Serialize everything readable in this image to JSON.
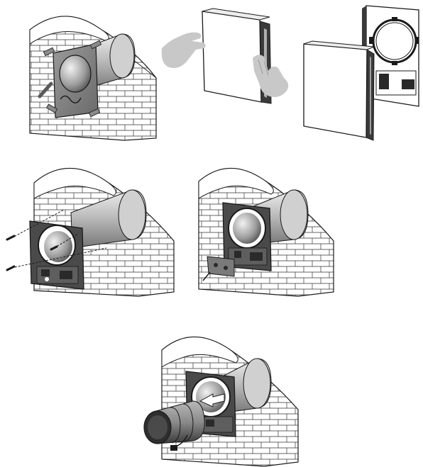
{
  "figure": {
    "panels": [
      {
        "id": "step-1",
        "depicts": "wall-plate-mounted-over-duct"
      },
      {
        "id": "step-2",
        "depicts": "front-cover-removal-by-hand"
      },
      {
        "id": "step-3",
        "depicts": "cover-separated-from-unit"
      },
      {
        "id": "step-4",
        "depicts": "frame-screwed-to-wall"
      },
      {
        "id": "step-5",
        "depicts": "frame-mounted-with-electronics-module"
      },
      {
        "id": "step-6",
        "depicts": "cartridge-inserted-into-duct"
      }
    ],
    "colors": {
      "line": "#1a1a1a",
      "duct_light": "#d9d9d9",
      "duct_dark": "#8c8c8c",
      "hand": "#c8c8c8",
      "metal": "#6e6e6e",
      "frame": "#3c3c3c",
      "background": "#ffffff"
    }
  }
}
